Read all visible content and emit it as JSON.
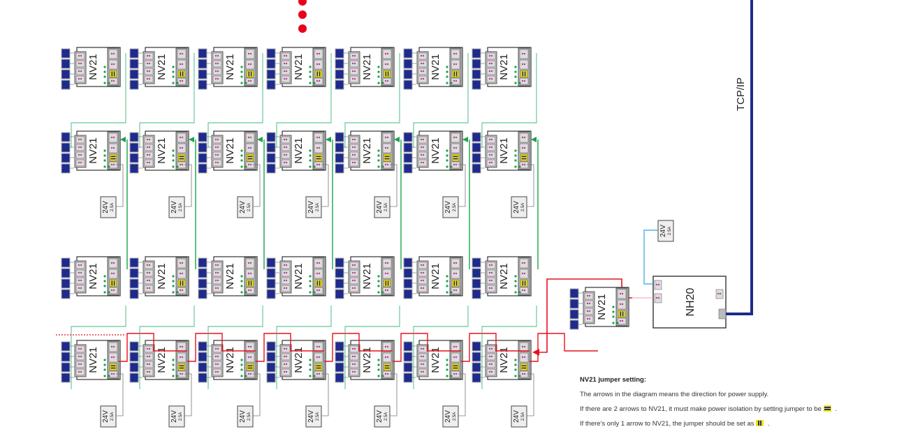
{
  "diagram": {
    "module_label": "NV21",
    "hub_label": "NH20",
    "power_label_main": "24V",
    "power_label_sub": "2.5A",
    "network_label": "TCP/IP",
    "rows": [
      {
        "id": "row1",
        "modules": 7,
        "jumper": "vertical",
        "has_power": false,
        "power_link": "green"
      },
      {
        "id": "row2",
        "modules": 7,
        "jumper": "horizontal",
        "has_power": true,
        "power_link": "green"
      },
      {
        "id": "row3",
        "modules": 7,
        "jumper": "vertical",
        "has_power": false,
        "power_link": "green"
      },
      {
        "id": "row4",
        "modules": 7,
        "jumper": "horizontal",
        "has_power": true,
        "power_link": "red"
      }
    ],
    "colors": {
      "green": "#3cb878",
      "red": "#e8101e",
      "blue_link": "#29a8e0",
      "tcp": "#1e2a8c",
      "jumper": "#f5e500",
      "panel": "#1e2a8c",
      "dots": "#e8001c"
    }
  },
  "notes": {
    "title": "NV21 jumper setting:",
    "line1": "The arrows in the diagram means the direction for power supply.",
    "line2": "If there are 2 arrows to NV21, it must make power isolation by setting jumper to be",
    "line3": "If there's only 1 arrow to NV21, the jumper should be set as",
    "end": "."
  }
}
